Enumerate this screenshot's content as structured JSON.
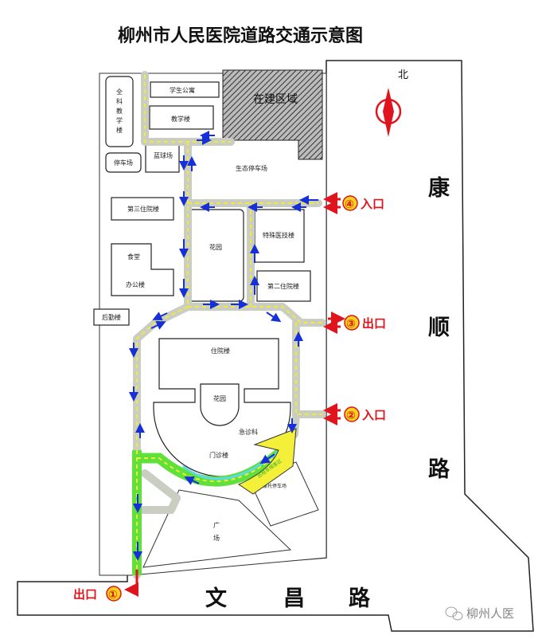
{
  "title": "柳州市人民医院道路交通示意图",
  "compass": {
    "label": "北"
  },
  "roads": {
    "east": [
      "康",
      "顺",
      "路"
    ],
    "south": [
      "文",
      "昌",
      "路"
    ]
  },
  "entrances": [
    {
      "num": "④",
      "label": "入口"
    },
    {
      "num": "③",
      "label": "出口"
    },
    {
      "num": "②",
      "label": "入口"
    },
    {
      "num": "①",
      "label": "出口"
    }
  ],
  "buildings": {
    "general_teaching": [
      "全",
      "科",
      "教",
      "学",
      "楼"
    ],
    "student_apartment": "学生公寓",
    "teaching": "教学楼",
    "construction": "在建区域",
    "parking": "停车场",
    "basketball": "蓝球场",
    "eco_parking": "生态停车场",
    "inpatient3": "第三住院楼",
    "garden1": "花园",
    "special_tech": "特殊医技楼",
    "canteen": "食堂",
    "office": "办公楼",
    "inpatient2": "第二住院楼",
    "logistics": "后勤楼",
    "inpatient": "住院楼",
    "garden2": "花园",
    "emergency": "急诊科",
    "outpatient": "门诊楼",
    "square": [
      "广",
      "场"
    ],
    "ebike_parking": "电动摩托停车场",
    "taxi_zone": "出租车候客区"
  },
  "colors": {
    "road": "#c9cdc2",
    "center_line": "#f2ea3a",
    "arrow": "#1530d8",
    "entrance": "#e0141c",
    "green_lane": "#5fe03a",
    "taxi": "#f4f03a"
  },
  "watermark": "柳州人医"
}
